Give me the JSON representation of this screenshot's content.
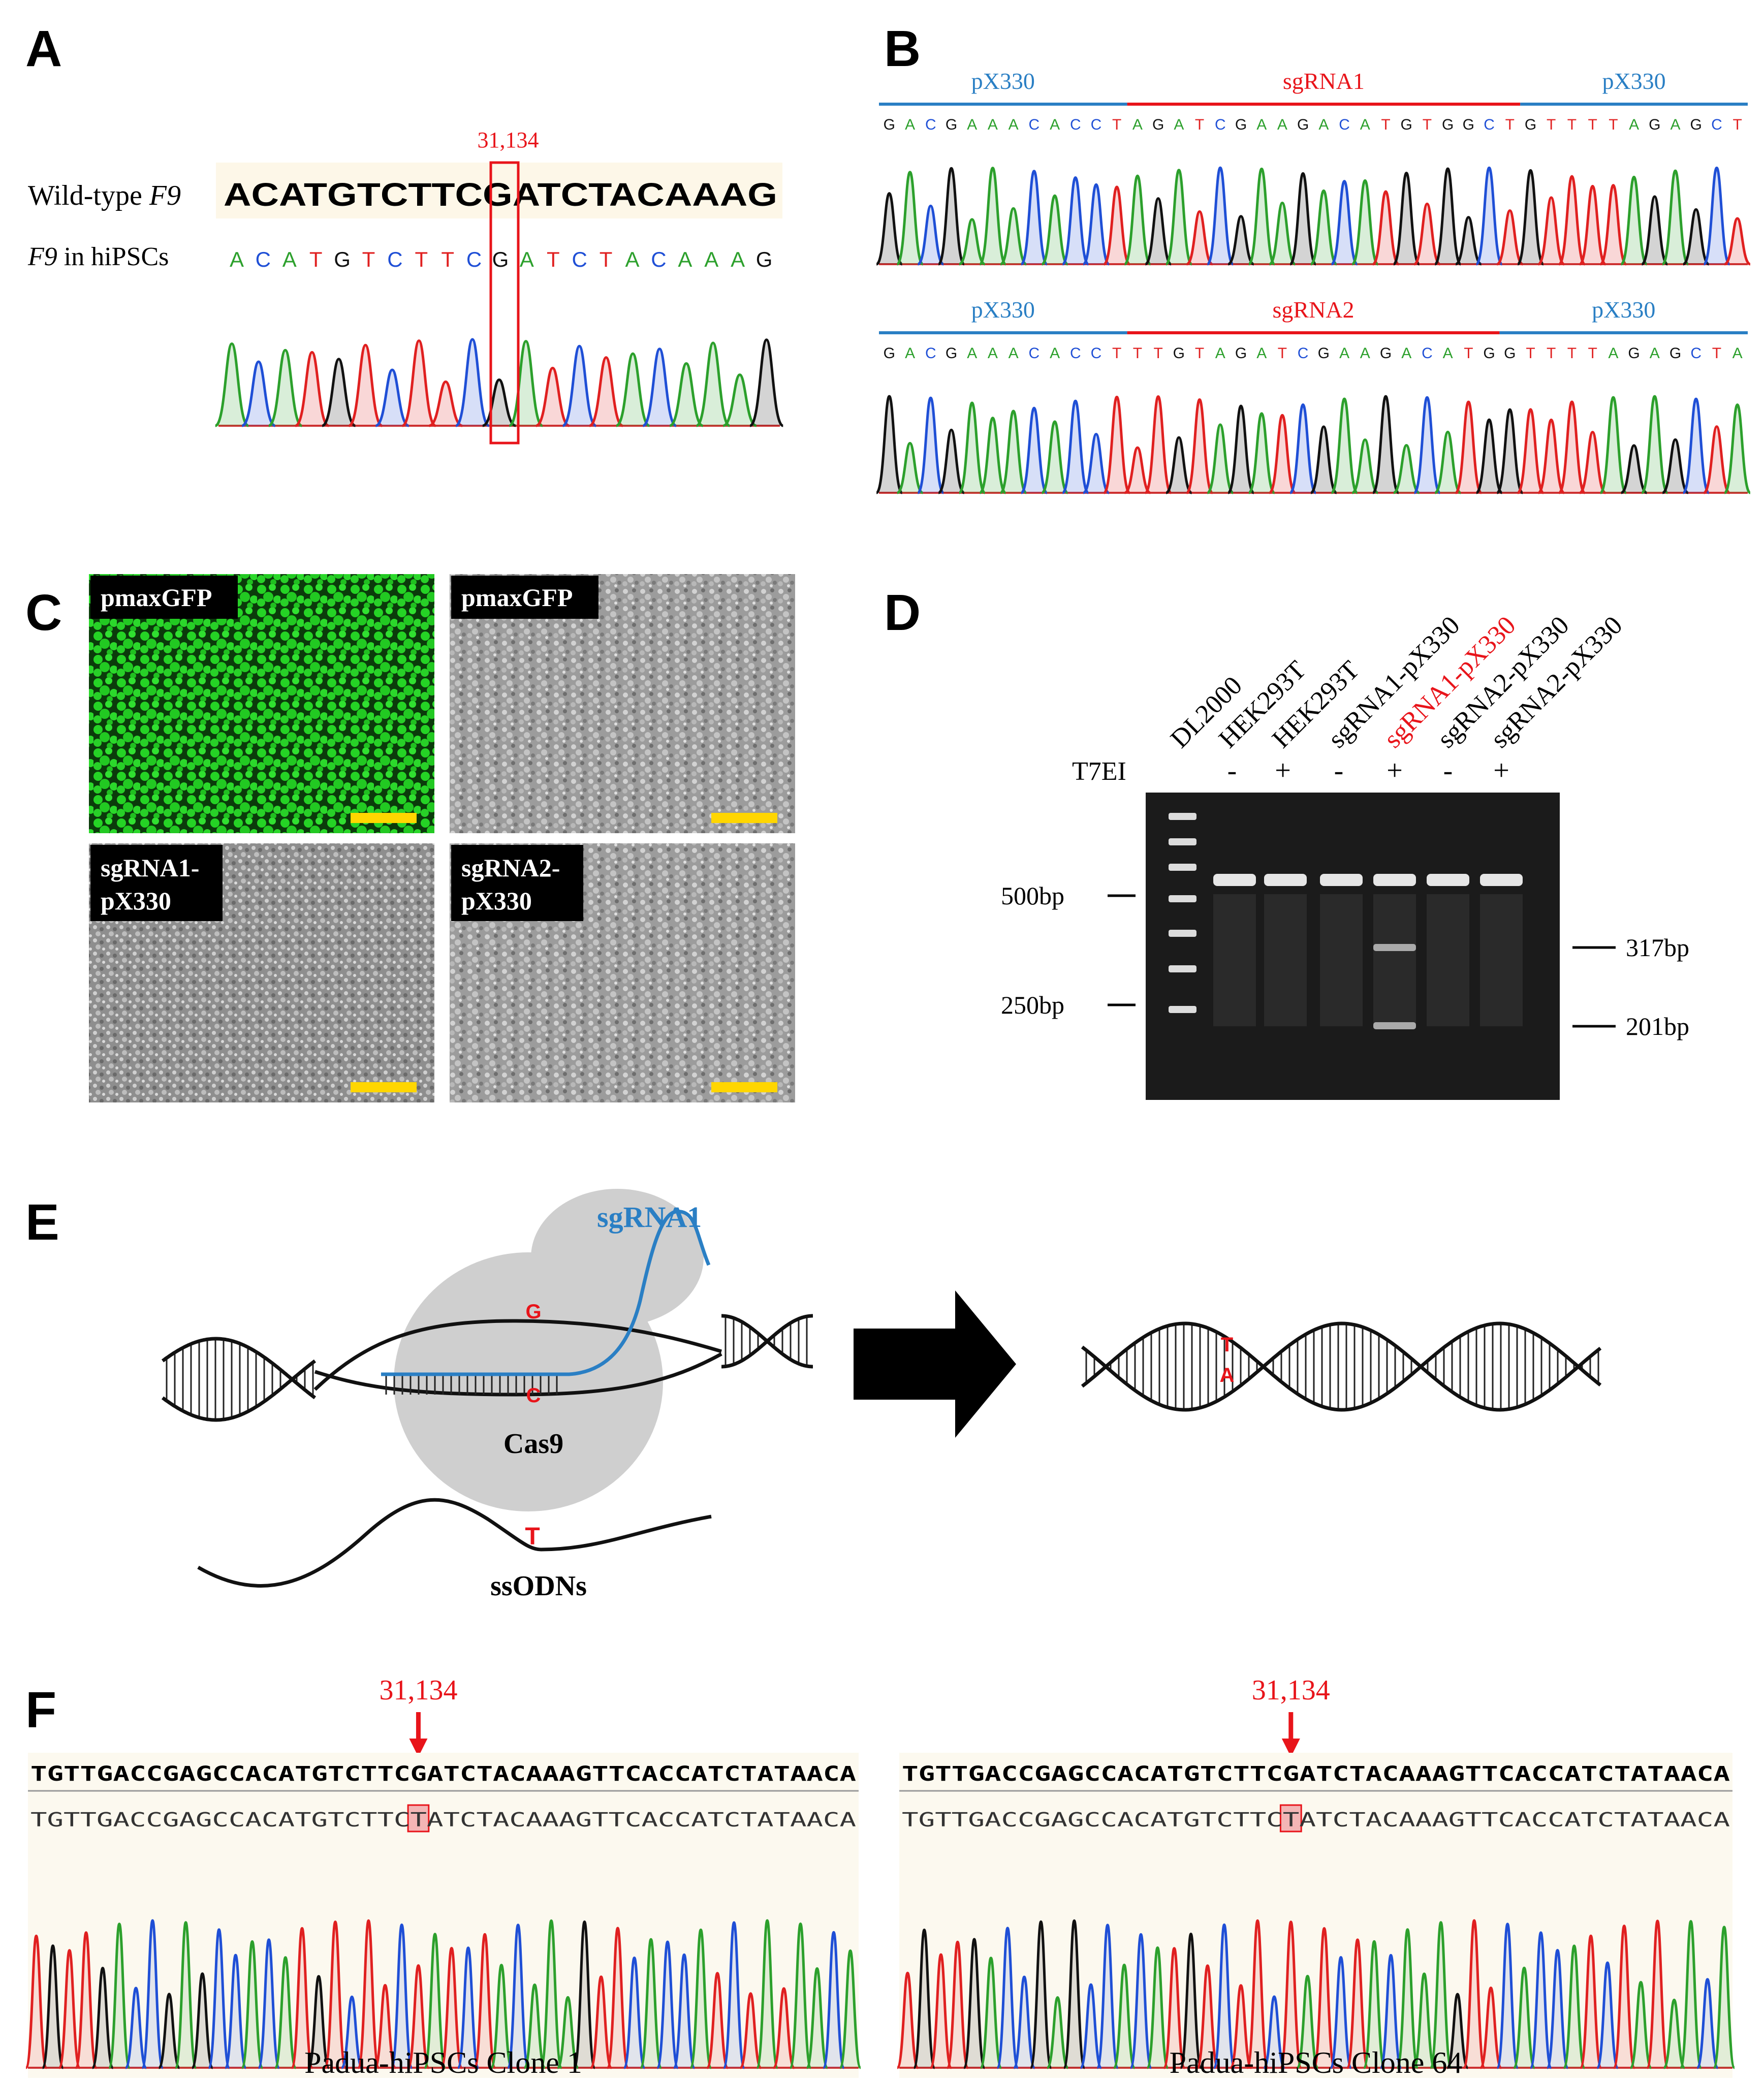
{
  "panels": {
    "A": "A",
    "B": "B",
    "C": "C",
    "D": "D",
    "E": "E",
    "F": "F"
  },
  "colors": {
    "A": "#2ca02c",
    "C": "#1f4fd6",
    "G": "#111111",
    "T": "#e02020",
    "red": "#e8141a",
    "blue": "#2a7fc4",
    "yellow": "#ffd600",
    "green": "#25d325"
  },
  "panelA": {
    "position": "31,134",
    "wt_label_prefix": "Wild-type ",
    "wt_label_gene": "F9",
    "wt_sequence": "ACATGTCTTCGATCTACAAAG",
    "hipsc_label_gene": "F9",
    "hipsc_label_suffix": " in hiPSCs",
    "hipsc_sequence": "ACATGTCTTCGATCTACAAAG"
  },
  "panelB": {
    "top": {
      "seg_left": "pX330",
      "seg_mid": "sgRNA1",
      "seg_right": "pX330",
      "sequence": "GACGAAACACCTAGATCGAAGACATGTGGCTGTTTTAGAGCT"
    },
    "bottom": {
      "seg_left": "pX330",
      "seg_mid": "sgRNA2",
      "seg_right": "pX330",
      "sequence": "GACGAAACACCTTTGTAGATCGAAGACATGGTTTTAGAGCTA"
    }
  },
  "panelC": {
    "tl_label": "pmaxGFP",
    "tr_label": "pmaxGFP",
    "bl_label_1": "sgRNA1-",
    "bl_label_2": "pX330",
    "br_label_1": "sgRNA2-",
    "br_label_2": "pX330"
  },
  "panelD": {
    "lanes": [
      "DL2000",
      "HEK293T",
      "HEK293T",
      "sgRNA1-pX330",
      "sgRNA1-pX330",
      "sgRNA2-pX330",
      "sgRNA2-pX330"
    ],
    "lane_colors": [
      "#000",
      "#000",
      "#000",
      "#000",
      "#e8141a",
      "#000",
      "#000"
    ],
    "t7ei_label": "T7EI",
    "t7ei_signs": [
      "-",
      "+",
      "-",
      "+",
      "-",
      "+"
    ],
    "left_markers": [
      "500bp",
      "250bp"
    ],
    "right_markers": [
      "317bp",
      "201bp"
    ]
  },
  "panelE": {
    "sgrna_label": "sgRNA1",
    "cas9_label": "Cas9",
    "ssodn_label": "ssODNs",
    "base_top": "G",
    "base_bottom": "C",
    "donor_base": "T",
    "result_top": "T",
    "result_bottom": "A"
  },
  "panelF": {
    "left": {
      "position": "31,134",
      "ref_seq": "TGTTGACCGAGCCACATGTCTTCGATCTACAAAGTTCACCATCTATAACA",
      "read_seq": "TGTTGACCGAGCCACATGTCTTCTATCTACAAAGTTCACCATCTATAACA",
      "caption": "Padua-hiPSCs Clone 1"
    },
    "right": {
      "position": "31,134",
      "ref_seq": "TGTTGACCGAGCCACATGTCTTCGATCTACAAAGTTCACCATCTATAACA",
      "read_seq": "TGTTGACCGAGCCACATGTCTTCTATCTACAAAGTTCACCATCTATAACA",
      "caption": "Padua-hiPSCs Clone 64"
    }
  }
}
